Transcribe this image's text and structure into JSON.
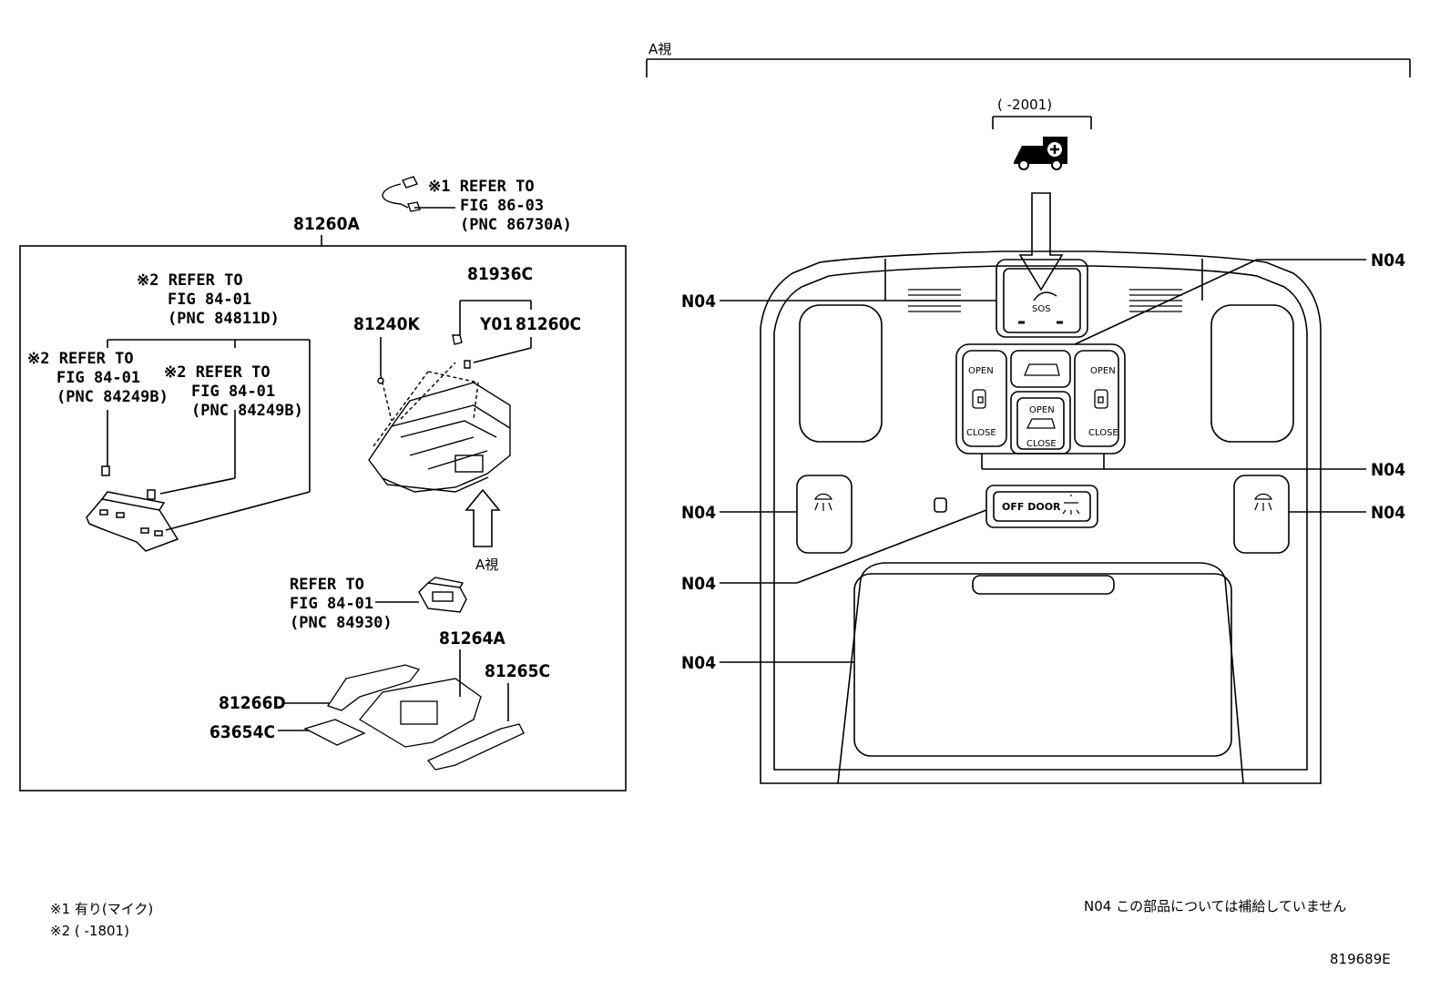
{
  "left_view": {
    "main_part": "81260A",
    "ref_mic": [
      "※1 REFER TO",
      "FIG 86-03",
      "(PNC 86730A)"
    ],
    "ref_84811d": [
      "※2 REFER TO",
      "FIG 84-01",
      "(PNC 84811D)"
    ],
    "ref_84249b_left": [
      "※2 REFER TO",
      "FIG 84-01",
      "(PNC 84249B)"
    ],
    "ref_84249b_right": [
      "※2 REFER TO",
      "FIG 84-01",
      "(PNC 84249B)"
    ],
    "ref_84930": [
      "REFER TO",
      "FIG 84-01",
      "(PNC 84930)"
    ],
    "part_81936c": "81936C",
    "part_81240k": "81240K",
    "part_y01": "Y01",
    "part_81260c": "81260C",
    "view_arrow_label": "A視",
    "part_81264a": "81264A",
    "part_81265c": "81265C",
    "part_81266d": "81266D",
    "part_63654c": "63654C"
  },
  "right_view": {
    "title": "A視",
    "year_range": "(     -2001)",
    "n04": "N04",
    "sos_label": "SOS",
    "open_label": "OPEN",
    "close_label": "CLOSE",
    "off_door_label": "OFF DOOR"
  },
  "footnotes": {
    "note1": "※1 有り(マイク)",
    "note2": "※2 (      -1801)",
    "n04_note": "N04 この部品については補給していません",
    "figure_id": "819689E"
  }
}
